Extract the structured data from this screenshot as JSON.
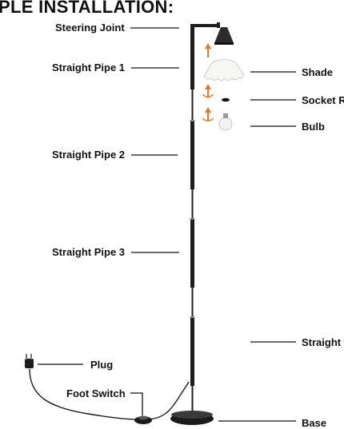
{
  "title": "PLE INSTALLATION:",
  "labels": {
    "steering_joint": "Steering Joint",
    "straight_pipe_1": "Straight Pipe 1",
    "straight_pipe_2": "Straight Pipe 2",
    "straight_pipe_3": "Straight Pipe 3",
    "straight_pipe_4": "Straight",
    "shade": "Shade",
    "socket_ring": "Socket R",
    "bulb": "Bulb",
    "plug": "Plug",
    "foot_switch": "Foot Switch",
    "base": "Base"
  },
  "colors": {
    "pipe": "#1e1e1e",
    "arrow": "#e8782a",
    "leader": "#111111"
  }
}
